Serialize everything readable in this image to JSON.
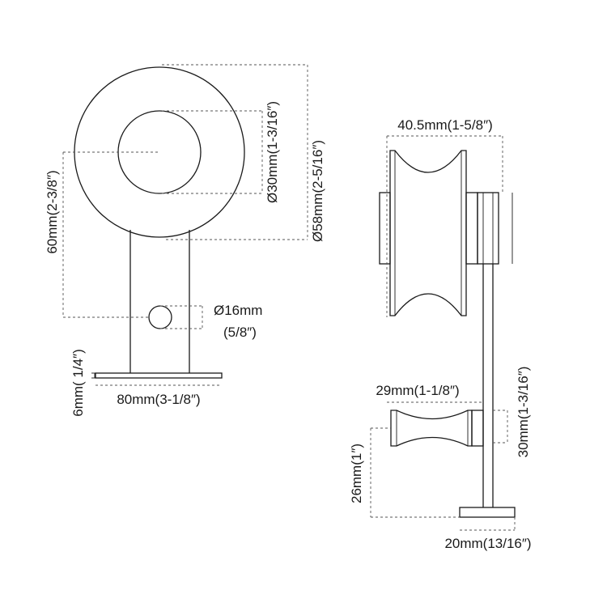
{
  "diagram": {
    "front_view": {
      "outer_diameter_label": "Ø58mm(2-5/16″)",
      "inner_diameter_label": "Ø30mm(1-3/16″)",
      "height_label": "60mm(2-3/8″)",
      "hole_diameter_label": "Ø16mm",
      "hole_diameter_imperial_label": "(5/8″)",
      "plate_thickness_label": "6mm( 1/4″)",
      "plate_width_label": "80mm(3-1/8″)"
    },
    "side_view": {
      "wheel_width_label": "40.5mm(1-5/8″)",
      "roller_width_label": "29mm(1-1/8″)",
      "roller_height_label": "30mm(1-3/16″)",
      "roller_offset_label": "26mm(1″)",
      "base_width_label": "20mm(13/16″)"
    }
  }
}
